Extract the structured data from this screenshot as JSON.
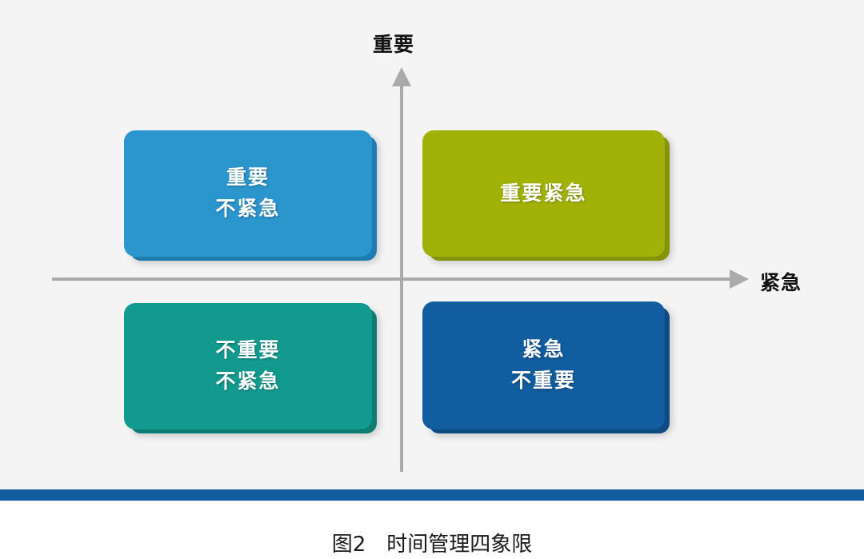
{
  "figure": {
    "background_color": "#f4f4f4",
    "caption": "图2　时间管理四象限",
    "rule_bar_color": "#135d9e"
  },
  "axes": {
    "y_label": "重要",
    "x_label": "紧急",
    "line_color": "#aaaaaa"
  },
  "quadrants": [
    {
      "id": "important-not-urgent",
      "position": "top-left",
      "line1": "重要",
      "line2": "不紧急",
      "color": "#2b95ce",
      "shadow_color": "#1f7cae"
    },
    {
      "id": "important-urgent",
      "position": "top-right",
      "line1": "重要紧急",
      "line2": "",
      "color": "#a0b207",
      "shadow_color": "#859406"
    },
    {
      "id": "not-important-not-urgent",
      "position": "bottom-left",
      "line1": "不重要",
      "line2": "不紧急",
      "color": "#129a8e",
      "shadow_color": "#0d7d73"
    },
    {
      "id": "urgent-not-important",
      "position": "bottom-right",
      "line1": "紧急",
      "line2": "不重要",
      "color": "#125d9f",
      "shadow_color": "#0d4b82"
    }
  ]
}
